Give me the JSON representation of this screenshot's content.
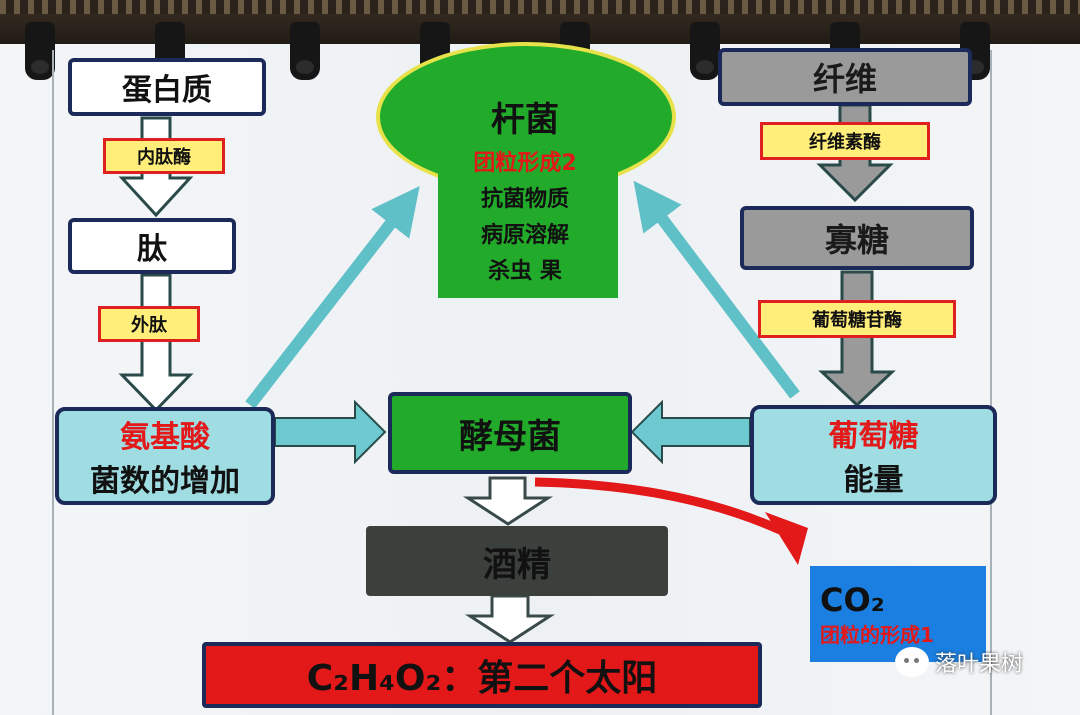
{
  "left": {
    "protein": "蛋白质",
    "endopeptidase": "内肽酶",
    "peptide": "肽",
    "exopeptidase": "外肽",
    "amino_title": "氨基酸",
    "amino_sub": "菌数的增加"
  },
  "right": {
    "fiber": "纤维",
    "cellulase": "纤维素酶",
    "oligosaccharide": "寡糖",
    "glucosidase": "葡萄糖苷酶",
    "glucose_title": "葡萄糖",
    "glucose_sub": "能量"
  },
  "bacillus": {
    "title": "杆菌",
    "red_line": "团粒形成2",
    "line1": "抗菌物质",
    "line2": "病原溶解",
    "line3": "杀虫 果"
  },
  "center": {
    "yeast": "酵母菌",
    "alcohol": "酒精",
    "bottom": "C₂H₄O₂：第二个太阳"
  },
  "co2": {
    "title": "CO₂",
    "sub": "团粒的形成1"
  },
  "watermark": "落叶果树",
  "colors": {
    "border": "#1c2a5a",
    "green": "#22aa2a",
    "teal": "#9fdde3",
    "red": "#e31818",
    "blue": "#1a7fe0",
    "yellow": "#ffef7a",
    "gray": "#9a9a9a",
    "dark": "#3c403c"
  }
}
